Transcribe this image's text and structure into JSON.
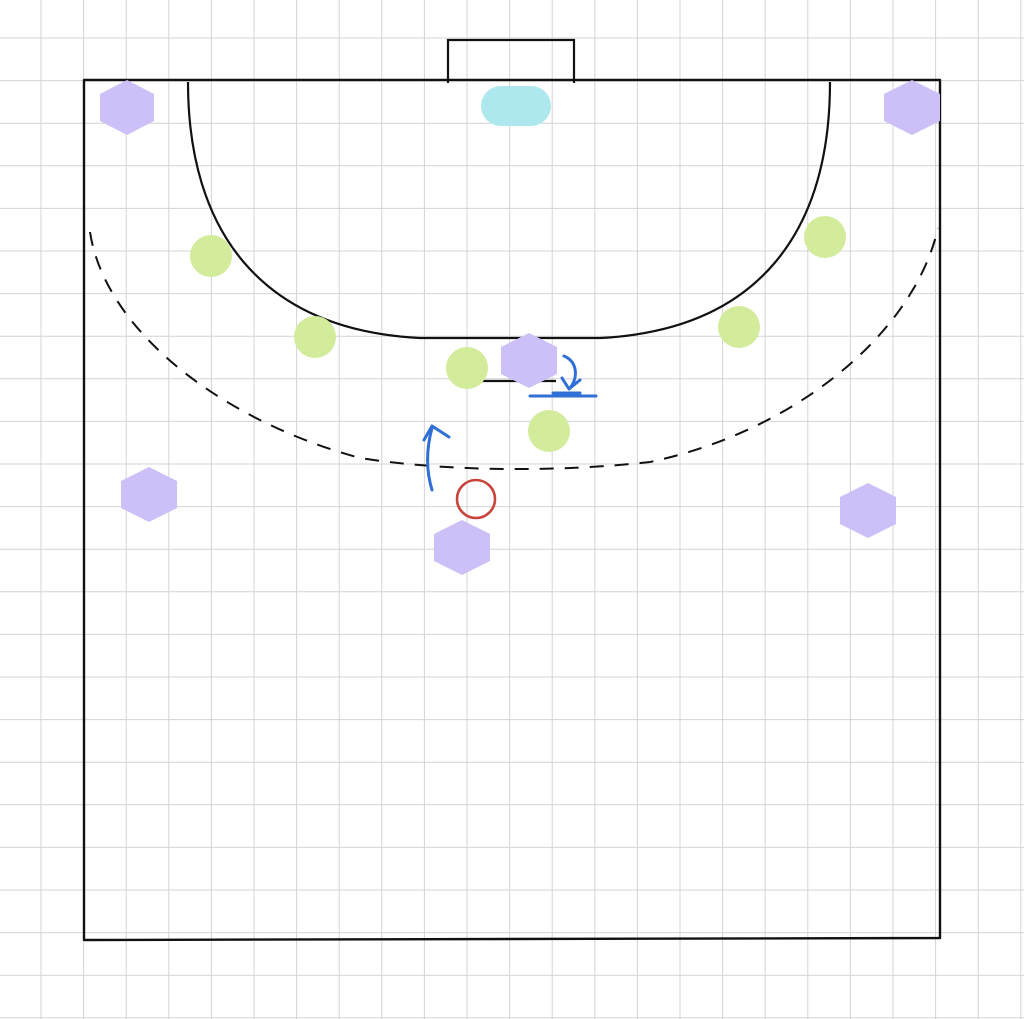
{
  "colors": {
    "background": "#ffffff",
    "grid": "#d4d4d4",
    "court_lines": "#111111",
    "goalkeeper": "#aee8ef",
    "attacker": "#cdbff7",
    "defender": "#d3ec9b",
    "ball": "#c8443a",
    "movement_arrow": "#2f6fd6"
  },
  "players": {
    "goalkeeper": "goalkeeper-pill",
    "attackers": [
      "attacker-hexagon",
      "attacker-hexagon",
      "attacker-hexagon",
      "attacker-hexagon",
      "attacker-hexagon",
      "attacker-hexagon"
    ],
    "defenders": [
      "defender-circle",
      "defender-circle",
      "defender-circle",
      "defender-circle",
      "defender-circle",
      "defender-circle"
    ]
  },
  "markers": {
    "ball": "ball-ring-icon",
    "arrows": [
      "curved-up-arrow-icon",
      "hook-down-arrow-icon"
    ]
  }
}
